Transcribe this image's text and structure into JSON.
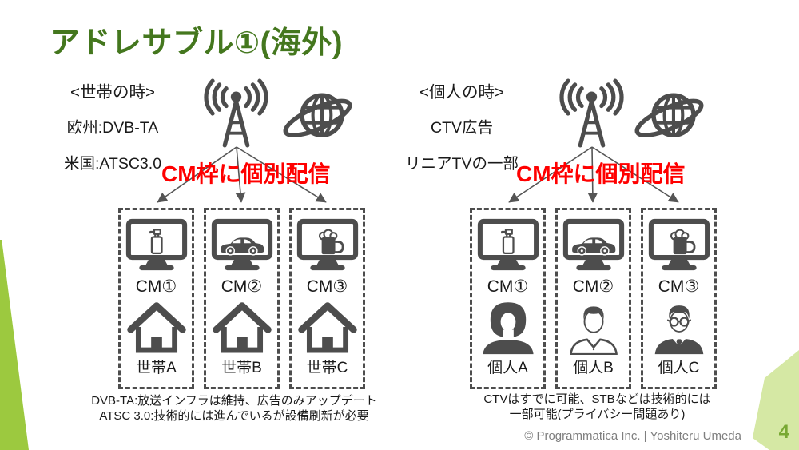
{
  "slide": {
    "title": "アドレサブル①(海外)",
    "footer": "© Programmatica Inc. | Yoshiteru Umeda",
    "page_number": "4"
  },
  "left": {
    "heading": "<世帯の時>",
    "line1": "欧州:DVB-TA",
    "line2": "米国:ATSC3.0",
    "delivery": "CM枠に個別配信",
    "boxes": [
      {
        "cm": "CM①",
        "label": "世帯A",
        "product": "pump-bottle",
        "receiver": "house"
      },
      {
        "cm": "CM②",
        "label": "世帯B",
        "product": "car",
        "receiver": "house"
      },
      {
        "cm": "CM③",
        "label": "世帯C",
        "product": "beer-mug",
        "receiver": "house"
      }
    ],
    "note1": "DVB-TA:放送インフラは維持、広告のみアップデート",
    "note2": "ATSC 3.0:技術的には進んでいるが設備刷新が必要"
  },
  "right": {
    "heading": "<個人の時>",
    "line1": "CTV広告",
    "line2": "リニアTVの一部",
    "delivery": "CM枠に個別配信",
    "boxes": [
      {
        "cm": "CM①",
        "label": "個人A",
        "product": "pump-bottle",
        "receiver": "person-woman"
      },
      {
        "cm": "CM②",
        "label": "個人B",
        "product": "car",
        "receiver": "person-man"
      },
      {
        "cm": "CM③",
        "label": "個人C",
        "product": "beer-mug",
        "receiver": "person-man-glasses"
      }
    ],
    "note1": "CTVはすでに可能、STBなどは技術的には",
    "note2": "一部可能(プライバシー問題あり)"
  },
  "icons": {
    "distribution": [
      "broadcast-tower",
      "globe-network"
    ],
    "screen_products": [
      "pump-bottle",
      "car",
      "beer-mug"
    ],
    "receivers": [
      "house",
      "person-woman",
      "person-man",
      "person-man-glasses"
    ]
  },
  "colors": {
    "title_green": "#44771E",
    "accent_red": "#FF0000",
    "icon_gray": "#4D4D4D",
    "wedge_green": "#9CC93F",
    "corner_light_green": "#D5E8A4",
    "page_number_green": "#78A833",
    "footer_gray": "#7F7F7F"
  }
}
